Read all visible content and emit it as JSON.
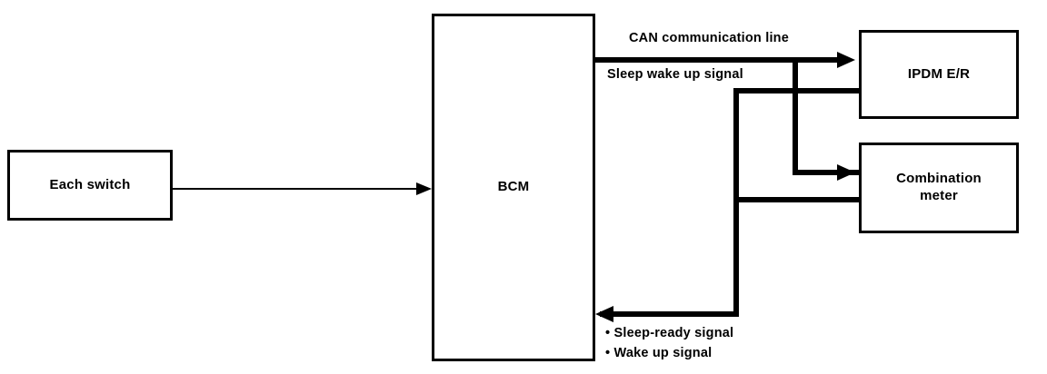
{
  "diagram": {
    "type": "block-diagram",
    "title": "BCM sleep / wake up CAN communication block diagram",
    "background_color": "#ffffff",
    "line_color": "#000000"
  },
  "boxes": [
    {
      "id": "each-switch",
      "label": "Each switch"
    },
    {
      "id": "bcm",
      "label": "BCM"
    },
    {
      "id": "ipdm",
      "label": "IPDM E/R"
    },
    {
      "id": "meter_line1",
      "label": "Combination"
    },
    {
      "id": "meter_line2",
      "label": "meter"
    }
  ],
  "labels": {
    "can_line": "CAN communication line",
    "sleep_wake_up": "Sleep wake up signal",
    "return_signals": [
      "• Sleep-ready signal",
      "• Wake up signal"
    ]
  }
}
